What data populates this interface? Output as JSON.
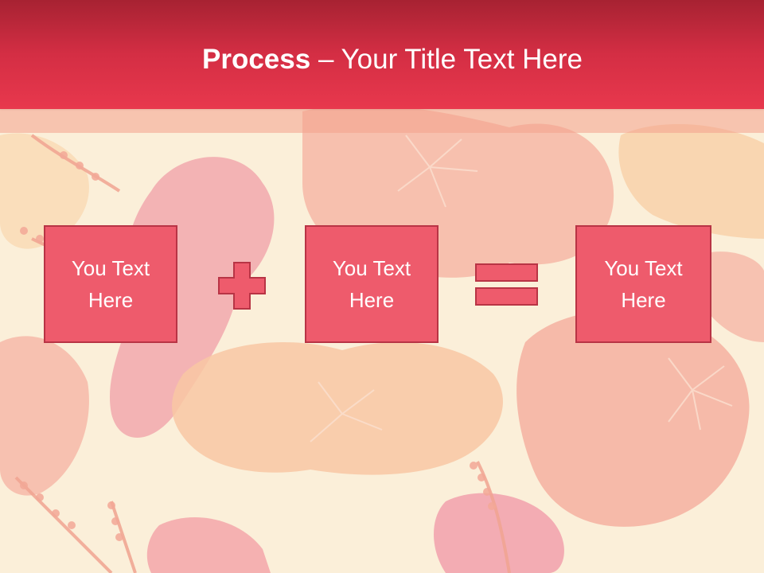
{
  "slide": {
    "title_bold": "Process",
    "title_rest": " – Your Title Text Here",
    "boxes": [
      {
        "text": "You Text Here"
      },
      {
        "text": "You Text Here"
      },
      {
        "text": "You Text Here"
      }
    ],
    "operators": [
      "plus-icon",
      "equals-icon"
    ]
  },
  "colors": {
    "header": "#d42e44",
    "box_fill": "#ee5b6c",
    "box_border": "#b83445",
    "background": "#fbefd9"
  }
}
